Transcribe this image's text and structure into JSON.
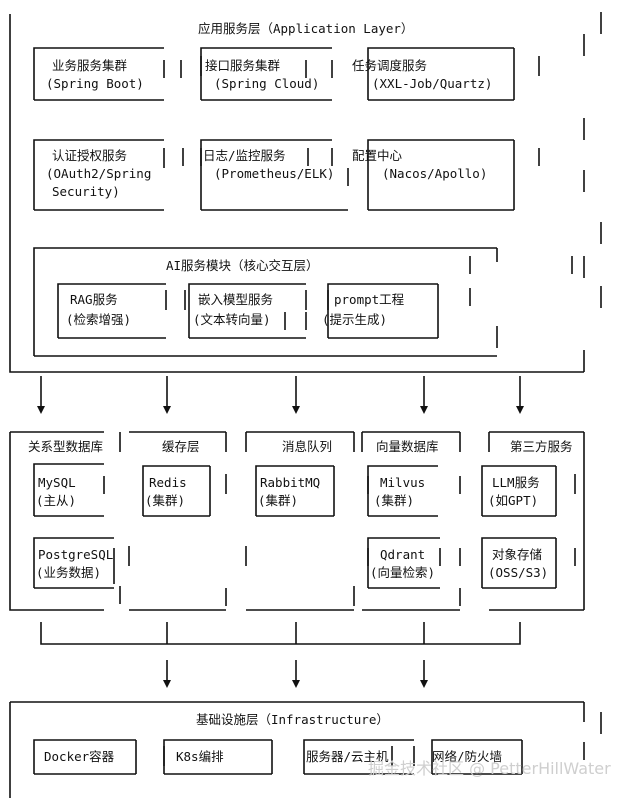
{
  "app_layer": {
    "title": "应用服务层（Application Layer）",
    "boxes": [
      {
        "line1": "业务服务集群",
        "line2": "(Spring Boot)",
        "line3": ""
      },
      {
        "line1": "接口服务集群",
        "line2": "(Spring Cloud)",
        "line3": ""
      },
      {
        "line1": "任务调度服务",
        "line2": "(XXL-Job/Quartz)",
        "line3": ""
      },
      {
        "line1": "认证授权服务",
        "line2": "(OAuth2/Spring",
        "line3": "Security)"
      },
      {
        "line1": "日志/监控服务",
        "line2": "(Prometheus/ELK)",
        "line3": ""
      },
      {
        "line1": "配置中心",
        "line2": "(Nacos/Apollo)",
        "line3": ""
      }
    ],
    "ai_module": {
      "title": "AI服务模块（核心交互层）",
      "boxes": [
        {
          "line1": "RAG服务",
          "line2": "(检索增强)"
        },
        {
          "line1": "嵌入模型服务",
          "line2": "(文本转向量)"
        },
        {
          "line1": "prompt工程",
          "line2": "(提示生成)"
        }
      ]
    }
  },
  "middle_layer": {
    "columns": [
      {
        "title": "关系型数据库",
        "items": [
          {
            "line1": "MySQL",
            "line2": "(主从)"
          },
          {
            "line1": "PostgreSQL",
            "line2": "(业务数据)"
          }
        ]
      },
      {
        "title": "缓存层",
        "items": [
          {
            "line1": "Redis",
            "line2": "(集群)"
          }
        ]
      },
      {
        "title": "消息队列",
        "items": [
          {
            "line1": "RabbitMQ",
            "line2": "(集群)"
          }
        ]
      },
      {
        "title": "向量数据库",
        "items": [
          {
            "line1": "Milvus",
            "line2": "(集群)"
          },
          {
            "line1": "Qdrant",
            "line2": "(向量检索)"
          }
        ]
      },
      {
        "title": "第三方服务",
        "items": [
          {
            "line1": "LLM服务",
            "line2": "(如GPT)"
          },
          {
            "line1": "对象存储",
            "line2": "(OSS/S3)"
          }
        ]
      }
    ]
  },
  "infra_layer": {
    "title": "基础设施层（Infrastructure）",
    "items": [
      "Docker容器",
      "K8s编排",
      "服务器/云主机",
      "网络/防火墙"
    ]
  },
  "watermark": "掘金技术社区 @ PetterHillWater"
}
